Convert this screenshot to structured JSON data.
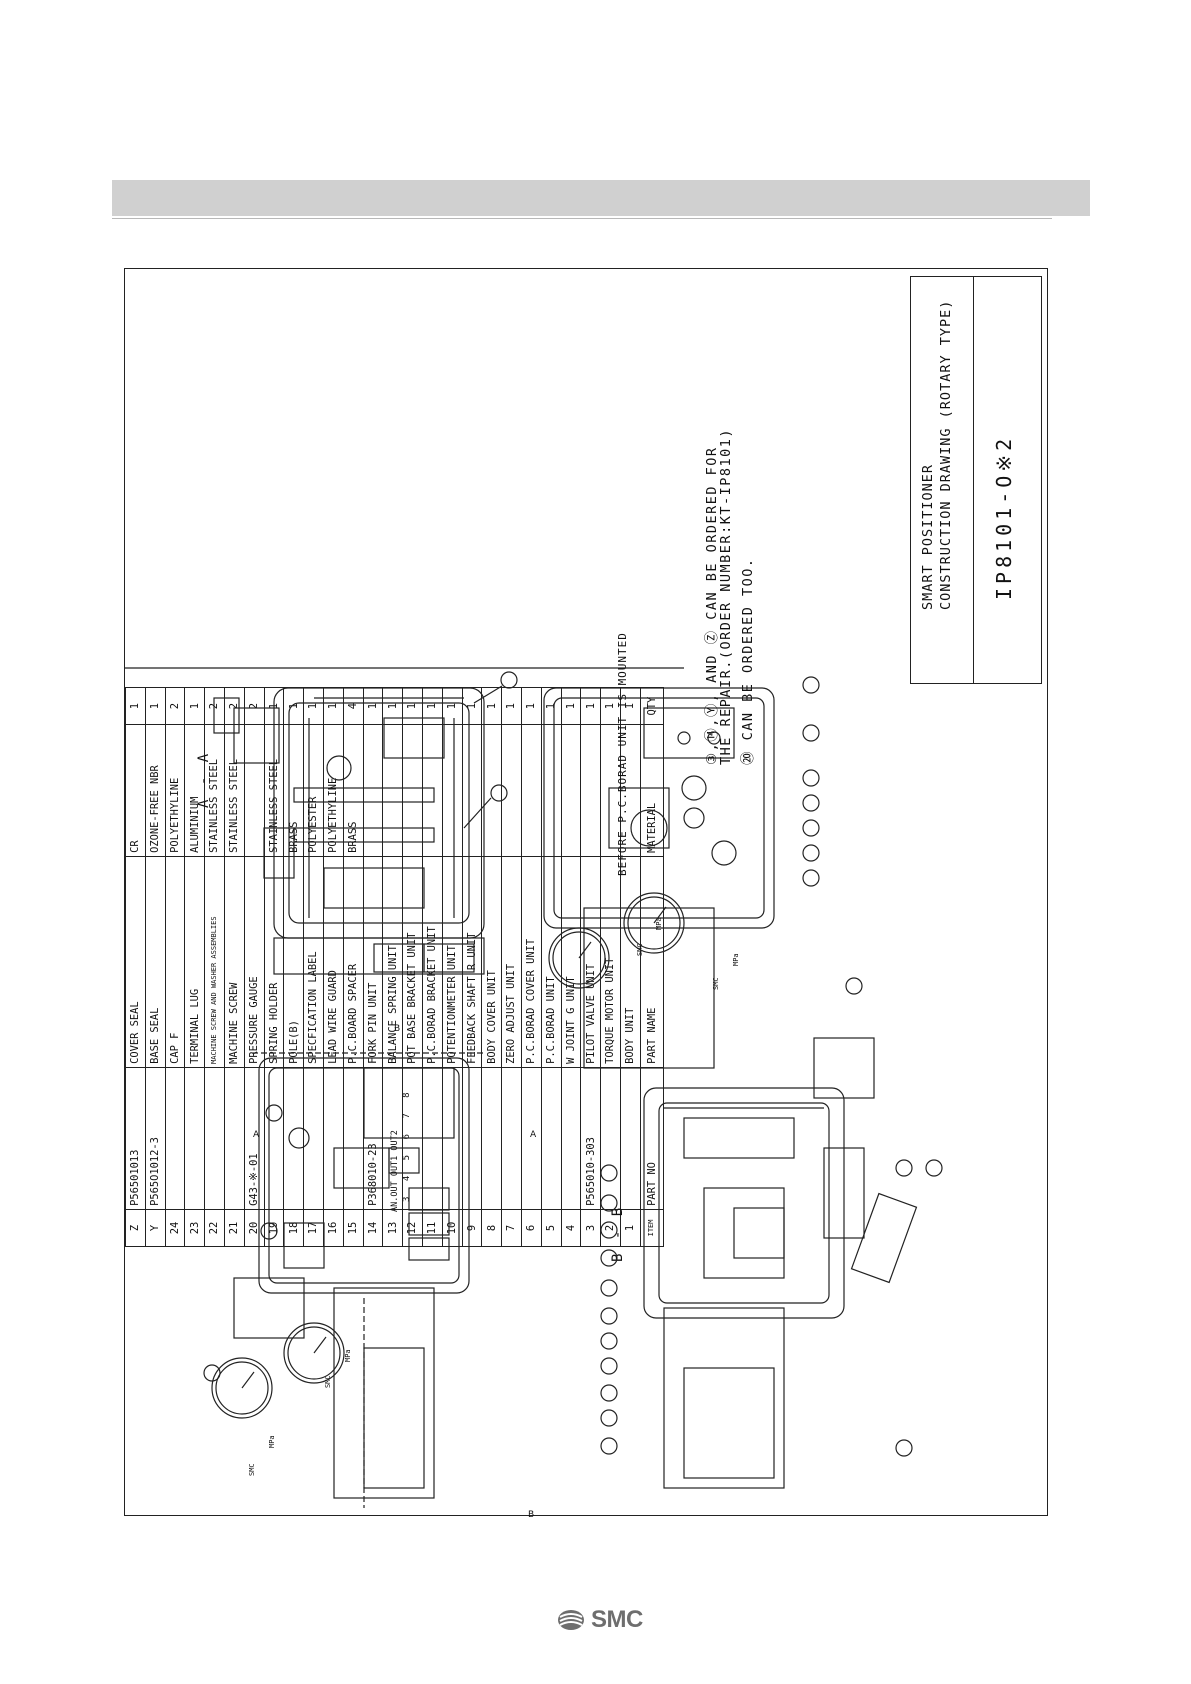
{
  "parts_list": {
    "header": {
      "item": "ITEM",
      "part_no": "PART NO",
      "part_name": "PART NAME",
      "material": "MATERIAL",
      "qty": "QTY"
    },
    "rows": [
      {
        "item": "Z",
        "part_no": "P56501013",
        "part_name": "COVER SEAL",
        "material": "CR",
        "qty": "1"
      },
      {
        "item": "Y",
        "part_no": "P565O1012-3",
        "part_name": "BASE SEAL",
        "material": "OZONE-FREE NBR",
        "qty": "1"
      },
      {
        "item": "24",
        "part_no": "",
        "part_name": "CAP F",
        "material": "POLYETHYLINE",
        "qty": "2"
      },
      {
        "item": "23",
        "part_no": "",
        "part_name": "TERMINAL LUG",
        "material": "ALUMINIUM",
        "qty": "1"
      },
      {
        "item": "22",
        "part_no": "",
        "part_name": "MACHINE SCREW AND WASHER ASSEMBLIES",
        "material": "STAINLESS STEEL",
        "qty": "2"
      },
      {
        "item": "21",
        "part_no": "",
        "part_name": "MACHINE SCREW",
        "material": "STAINLESS STEEL",
        "qty": "2"
      },
      {
        "item": "20",
        "part_no": "G43-※-01",
        "part_name": "PRESSURE GAUGE",
        "material": "",
        "qty": "2"
      },
      {
        "item": "19",
        "part_no": "",
        "part_name": "SPRING HOLDER",
        "material": "STAINLESS STEEL",
        "qty": "1"
      },
      {
        "item": "18",
        "part_no": "",
        "part_name": "POLE(B)",
        "material": "BRASS",
        "qty": "1"
      },
      {
        "item": "17",
        "part_no": "",
        "part_name": "SPECFICATION LABEL",
        "material": "POLYESTER",
        "qty": "1"
      },
      {
        "item": "16",
        "part_no": "",
        "part_name": "LEAD WIRE GUARD",
        "material": "POLYETHYLINE",
        "qty": "1"
      },
      {
        "item": "15",
        "part_no": "",
        "part_name": "P.C.BOARD SPACER",
        "material": "BRASS",
        "qty": "4"
      },
      {
        "item": "14",
        "part_no": "P368010-23",
        "part_name": "FORK PIN UNIT",
        "material": "",
        "qty": "1"
      },
      {
        "item": "13",
        "part_no": "",
        "part_name": "BALANCE SPRING UNIT",
        "material": "",
        "qty": "1"
      },
      {
        "item": "12",
        "part_no": "",
        "part_name": "POT BASE BRACKET UNIT",
        "material": "",
        "qty": "1"
      },
      {
        "item": "11",
        "part_no": "",
        "part_name": "P.C.BORAD BRACKET UNIT",
        "material": "",
        "qty": "1"
      },
      {
        "item": "10",
        "part_no": "",
        "part_name": "POTENTIONMETER UNIT",
        "material": "",
        "qty": "1"
      },
      {
        "item": "9",
        "part_no": "",
        "part_name": "FEEDBACK SHAFT R UNIT",
        "material": "",
        "qty": "1"
      },
      {
        "item": "8",
        "part_no": "",
        "part_name": "BODY COVER UNIT",
        "material": "",
        "qty": "1"
      },
      {
        "item": "7",
        "part_no": "",
        "part_name": "ZERO ADJUST UNIT",
        "material": "",
        "qty": "1"
      },
      {
        "item": "6",
        "part_no": "",
        "part_name": "P.C.BORAD COVER UNIT",
        "material": "",
        "qty": "1"
      },
      {
        "item": "5",
        "part_no": "",
        "part_name": "P.C.BORAD UNIT",
        "material": "",
        "qty": "1"
      },
      {
        "item": "4",
        "part_no": "",
        "part_name": "W JOINT G UNIT",
        "material": "",
        "qty": "1"
      },
      {
        "item": "3",
        "part_no": "P565010-303",
        "part_name": "PILOT VALVE UNIT",
        "material": "",
        "qty": "1"
      },
      {
        "item": "2",
        "part_no": "",
        "part_name": "TORQUE MOTOR UNIT",
        "material": "",
        "qty": "1"
      },
      {
        "item": "1",
        "part_no": "",
        "part_name": "BODY UNIT",
        "material": "",
        "qty": "1"
      }
    ]
  },
  "notes": {
    "line1": "③,⑭,Ⓨ, AND Ⓩ CAN BE ORDERED FOR",
    "line2": "THE REPAIR.(ORDER NUMBER:KT-IP8101)",
    "line3": "⑳ CAN BE ORDERED TOO."
  },
  "title_block": {
    "line1": "SMART POSITIONER",
    "line2": "CONSTRUCTION DRAWING (ROTARY TYPE)",
    "drawing_no": "IP8101-O※2"
  },
  "views": {
    "section_aa": "A - A",
    "section_bb": "B - B",
    "pc_board_caption": "BEFORE P.C.BORAD UNIT IS MOUNTED",
    "terminal_labels": "AN.OUT OUT1 OUT2",
    "terminal_numbers": "3 4 5 6 7 8",
    "gauge_brand": "SMC",
    "gauge_unit": "MPa",
    "section_marks": [
      "A",
      "A",
      "B",
      "B"
    ]
  },
  "footer": {
    "logo_text": "SMC"
  },
  "colors": {
    "header_band": "#d0d0d0",
    "logo_gray": "#6e6e6e",
    "ink": "#111111"
  }
}
